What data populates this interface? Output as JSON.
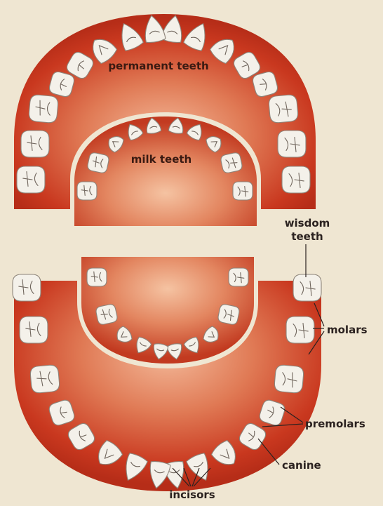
{
  "labels": {
    "permanent_teeth": "permanent teeth",
    "milk_teeth": "milk teeth",
    "wisdom_line1": "wisdom",
    "wisdom_line2": "teeth",
    "molars": "molars",
    "premolars": "premolars",
    "canine": "canine",
    "incisors": "incisors"
  },
  "colors": {
    "background": "#efe6d2",
    "gum_outer": "#c9381f",
    "gum_inner": "#f0b08f",
    "tooth": "#f4f1ea",
    "text": "#2b2220"
  }
}
